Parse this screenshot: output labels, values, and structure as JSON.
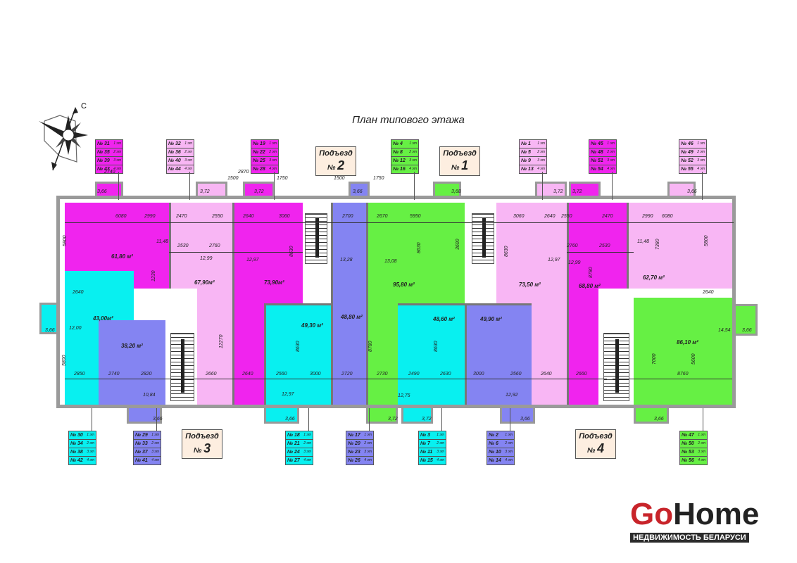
{
  "title": "План типового этажа",
  "compass_label": "С",
  "colors": {
    "magenta": "#f024ee",
    "light_pink": "#f8b6f4",
    "cyan": "#08f0f0",
    "blue": "#8484f2",
    "green": "#66f044",
    "logo_red": "#c8242a"
  },
  "entrances": [
    {
      "label": "Подъезд",
      "num_prefix": "№",
      "num": "2"
    },
    {
      "label": "Подъезд",
      "num_prefix": "№",
      "num": "1"
    },
    {
      "label": "Подъезд",
      "num_prefix": "№",
      "num": "3"
    },
    {
      "label": "Подъезд",
      "num_prefix": "№",
      "num": "4"
    }
  ],
  "apartments": [
    {
      "area": "61,80 м²"
    },
    {
      "area": "43,00м²"
    },
    {
      "area": "38,20 м²"
    },
    {
      "area": "67,90м²"
    },
    {
      "area": "73,90м²"
    },
    {
      "area": "49,30 м²"
    },
    {
      "area": "48,80 м²"
    },
    {
      "area": "95,80 м²"
    },
    {
      "area": "48,60 м²"
    },
    {
      "area": "49,90 м²"
    },
    {
      "area": "73,50 м²"
    },
    {
      "area": "68,80 м²"
    },
    {
      "area": "62,70 м²"
    },
    {
      "area": "86,10 м²"
    }
  ],
  "tags": [
    {
      "color": "magenta",
      "items": [
        [
          "№ 31",
          "1 эт"
        ],
        [
          "№ 35",
          "2 эт"
        ],
        [
          "№ 39",
          "3 эт"
        ],
        [
          "№ 43",
          "4 эт"
        ]
      ]
    },
    {
      "color": "light_pink",
      "items": [
        [
          "№ 32",
          "1 эт"
        ],
        [
          "№ 36",
          "2 эт"
        ],
        [
          "№ 40",
          "3 эт"
        ],
        [
          "№ 44",
          "4 эт"
        ]
      ]
    },
    {
      "color": "magenta",
      "items": [
        [
          "№ 19",
          "1 эт"
        ],
        [
          "№ 22",
          "2 эт"
        ],
        [
          "№ 25",
          "3 эт"
        ],
        [
          "№ 28",
          "4 эт"
        ]
      ]
    },
    {
      "color": "green",
      "items": [
        [
          "№ 4",
          "1 эт"
        ],
        [
          "№ 8",
          "2 эт"
        ],
        [
          "№ 12",
          "3 эт"
        ],
        [
          "№ 16",
          "4 эт"
        ]
      ]
    },
    {
      "color": "light_pink",
      "items": [
        [
          "№ 1",
          "1 эт"
        ],
        [
          "№ 5",
          "2 эт"
        ],
        [
          "№ 9",
          "3 эт"
        ],
        [
          "№ 13",
          "4 эт"
        ]
      ]
    },
    {
      "color": "magenta",
      "items": [
        [
          "№ 45",
          "1 эт"
        ],
        [
          "№ 48",
          "2 эт"
        ],
        [
          "№ 51",
          "3 эт"
        ],
        [
          "№ 54",
          "4 эт"
        ]
      ]
    },
    {
      "color": "light_pink",
      "items": [
        [
          "№ 46",
          "1 эт"
        ],
        [
          "№ 49",
          "2 эт"
        ],
        [
          "№ 52",
          "3 эт"
        ],
        [
          "№ 55",
          "4 эт"
        ]
      ]
    },
    {
      "color": "cyan",
      "items": [
        [
          "№ 30",
          "1 эт"
        ],
        [
          "№ 34",
          "2 эт"
        ],
        [
          "№ 38",
          "3 эт"
        ],
        [
          "№ 42",
          "4 эт"
        ]
      ]
    },
    {
      "color": "blue",
      "items": [
        [
          "№ 29",
          "1 эт"
        ],
        [
          "№ 33",
          "2 эт"
        ],
        [
          "№ 37",
          "3 эт"
        ],
        [
          "№ 41",
          "4 эт"
        ]
      ]
    },
    {
      "color": "cyan",
      "items": [
        [
          "№ 18",
          "1 эт"
        ],
        [
          "№ 21",
          "2 эт"
        ],
        [
          "№ 24",
          "3 эт"
        ],
        [
          "№ 27",
          "4 эт"
        ]
      ]
    },
    {
      "color": "blue",
      "items": [
        [
          "№ 17",
          "1 эт"
        ],
        [
          "№ 20",
          "2 эт"
        ],
        [
          "№ 23",
          "3 эт"
        ],
        [
          "№ 26",
          "4 эт"
        ]
      ]
    },
    {
      "color": "cyan",
      "items": [
        [
          "№ 3",
          "1 эт"
        ],
        [
          "№ 7",
          "2 эт"
        ],
        [
          "№ 11",
          "3 эт"
        ],
        [
          "№ 15",
          "4 эт"
        ]
      ]
    },
    {
      "color": "blue",
      "items": [
        [
          "№ 2",
          "1 эт"
        ],
        [
          "№ 6",
          "2 эт"
        ],
        [
          "№ 10",
          "3 эт"
        ],
        [
          "№ 14",
          "4 эт"
        ]
      ]
    },
    {
      "color": "green",
      "items": [
        [
          "№ 47",
          "1 эт"
        ],
        [
          "№ 50",
          "2 эт"
        ],
        [
          "№ 53",
          "3 эт"
        ],
        [
          "№ 56",
          "4 эт"
        ]
      ]
    }
  ],
  "dimensions": [
    "6080",
    "2990",
    "2470",
    "2550",
    "2640",
    "3060",
    "2700",
    "2670",
    "5950",
    "3060",
    "2640",
    "2550",
    "2470",
    "2990",
    "6080",
    "2530",
    "2760",
    "2760",
    "2530",
    "2850",
    "2740",
    "2820",
    "2660",
    "2640",
    "2560",
    "3000",
    "2720",
    "2730",
    "2490",
    "2630",
    "3000",
    "2560",
    "2640",
    "2660",
    "8760",
    "2640",
    "2640",
    "2740",
    "2870",
    "1500",
    "1750",
    "1500",
    "1750"
  ],
  "room_areas": [
    "11,48",
    "12,99",
    "12,97",
    "13,28",
    "13,08",
    "12,97",
    "12,99",
    "11,48",
    "12,00",
    "10,84",
    "12,97",
    "12,75",
    "12,92",
    "14,54"
  ],
  "balcony_areas": [
    "3,66",
    "3,72",
    "3,72",
    "3,66",
    "3,68",
    "3,72",
    "3,72",
    "3,66",
    "3,66",
    "3,66",
    "3,66",
    "3,66",
    "3,72",
    "3,72",
    "3,66",
    "3,66"
  ],
  "vertical_dims": [
    "5800",
    "1230",
    "8630",
    "12270",
    "8630",
    "8780",
    "8630",
    "3600",
    "8630",
    "8630",
    "8780",
    "7380",
    "5800",
    "7000",
    "5600",
    "5800"
  ],
  "logo": {
    "go": "Go",
    "home": "Home",
    "subtitle": "НЕДВИЖИМОСТЬ БЕЛАРУСИ"
  }
}
